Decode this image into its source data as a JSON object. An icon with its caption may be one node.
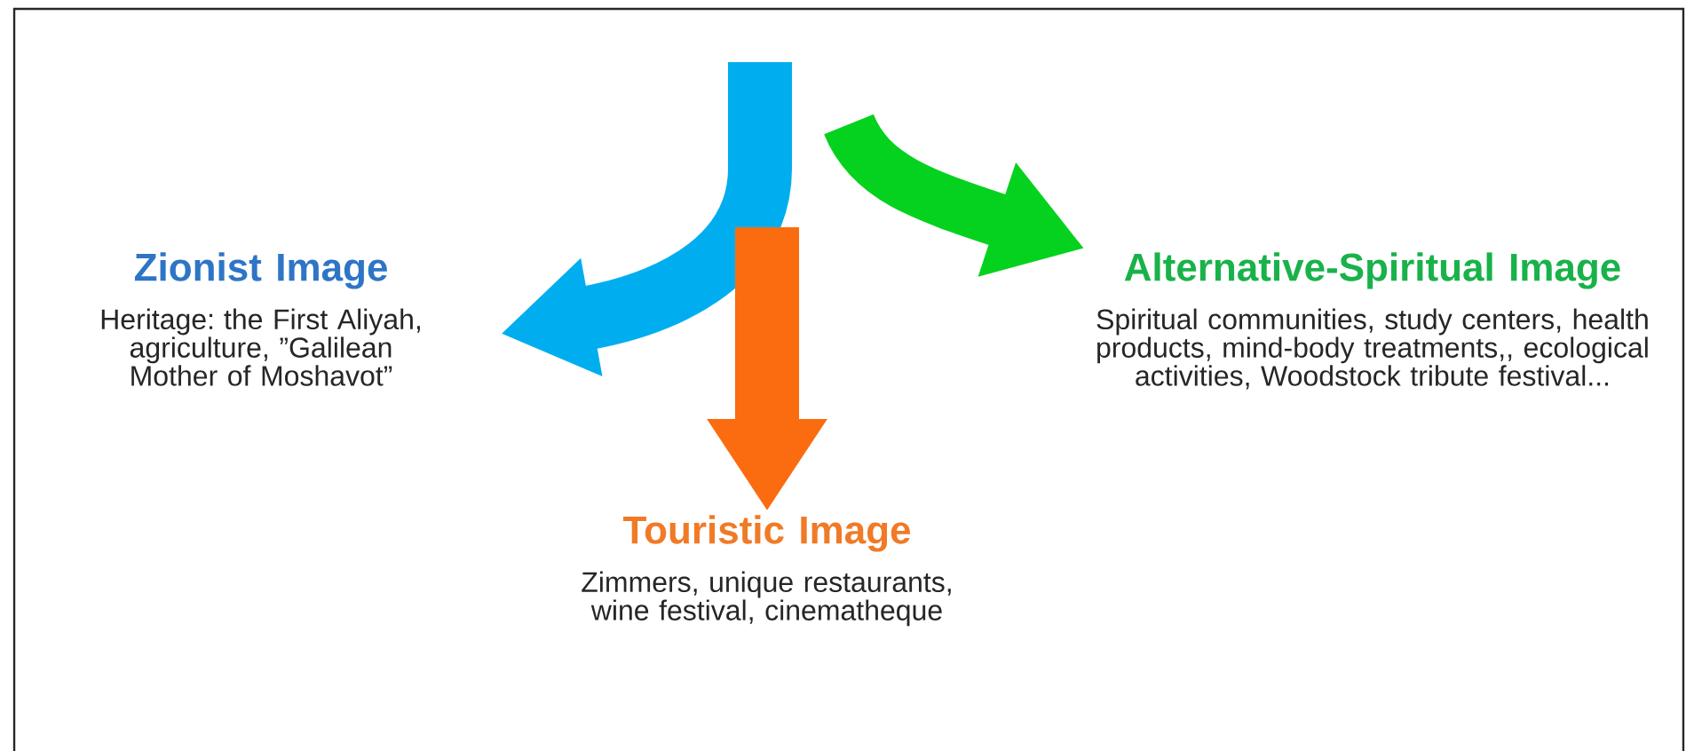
{
  "diagram": {
    "nodes": [
      {
        "text": [
          "Zionist Image",
          "Heritage: the First Aliyah, agriculture, ”Galilean Mother of Moshavot”"
        ]
      },
      {
        "text": [
          "Alternative-Spiritual Image",
          "Spiritual communities, study centers, health products, mind-body treatments,, ecological activities, Woodstock tribute festival..."
        ]
      },
      {
        "text": [
          "Touristic Image",
          "Zimmers, unique restaurants, wine festival, cinematheque"
        ]
      }
    ],
    "edges": [
      {
        "from": null,
        "to": 0,
        "arrow": "to",
        "color": "#00aeef"
      },
      {
        "from": null,
        "to": 1,
        "arrow": "to",
        "color": "#05d21e"
      },
      {
        "from": null,
        "to": 2,
        "arrow": "to",
        "color": "#fa6c0f"
      }
    ]
  }
}
